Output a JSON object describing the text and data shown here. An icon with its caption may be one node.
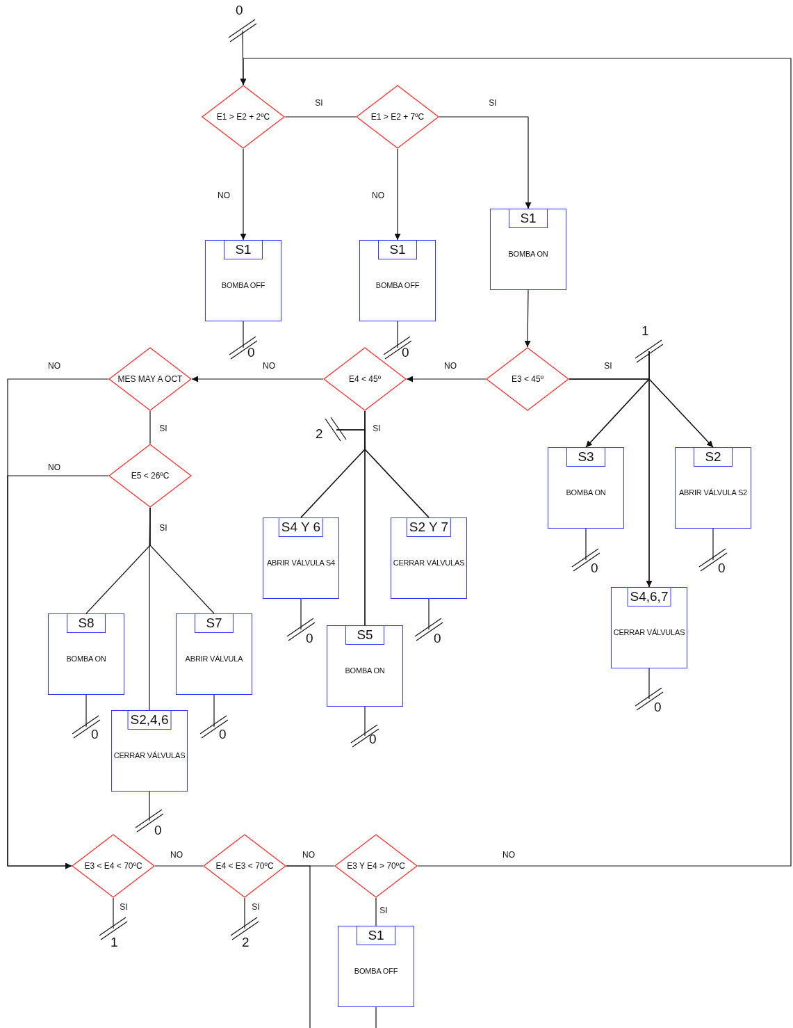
{
  "diagram": {
    "nodes": [
      {
        "text": [
          "0"
        ]
      },
      {
        "text": [
          "E1 > E2 + 2ºC"
        ]
      },
      {
        "text": [
          "E1 > E2 + 7ºC"
        ]
      },
      {
        "text": [
          "S1",
          "BOMBA ON"
        ]
      },
      {
        "text": [
          "S1",
          "BOMBA OFF"
        ]
      },
      {
        "text": [
          "S1",
          "BOMBA OFF"
        ]
      },
      {
        "text": [
          "0"
        ]
      },
      {
        "text": [
          "0"
        ]
      },
      {
        "text": [
          "1"
        ]
      },
      {
        "text": [
          "MES MAY A OCT"
        ]
      },
      {
        "text": [
          "E4 < 45º"
        ]
      },
      {
        "text": [
          "E3 < 45º"
        ]
      },
      {
        "text": [
          "2"
        ]
      },
      {
        "text": [
          "E5 < 26ºC"
        ]
      },
      {
        "text": [
          "S3",
          "BOMBA ON"
        ]
      },
      {
        "text": [
          "S2",
          "ABRIR VÁLVULA S2"
        ]
      },
      {
        "text": [
          "S4 Y 6",
          "ABRIR VÁLVULA S4"
        ]
      },
      {
        "text": [
          "S2 Y 7",
          "CERRAR VÁLVULAS"
        ]
      },
      {
        "text": [
          "0"
        ]
      },
      {
        "text": [
          "0"
        ]
      },
      {
        "text": [
          "S4,6,7",
          "CERRAR VÁLVULAS"
        ]
      },
      {
        "text": [
          "S8",
          "BOMBA ON"
        ]
      },
      {
        "text": [
          "S7",
          "ABRIR VÁLVULA"
        ]
      },
      {
        "text": [
          "S5",
          "BOMBA ON"
        ]
      },
      {
        "text": [
          "0"
        ]
      },
      {
        "text": [
          "0"
        ]
      },
      {
        "text": [
          "0"
        ]
      },
      {
        "text": [
          "S2,4,6",
          "CERRAR VÁLVULAS"
        ]
      },
      {
        "text": [
          "0"
        ]
      },
      {
        "text": [
          "0"
        ]
      },
      {
        "text": [
          "0"
        ]
      },
      {
        "text": [
          "0"
        ]
      },
      {
        "text": [
          "E3 < E4 < 70ºC"
        ]
      },
      {
        "text": [
          "E4 < E3 < 70ºC"
        ]
      },
      {
        "text": [
          "E3 Y E4 > 70ºC"
        ]
      },
      {
        "text": [
          "S1",
          "BOMBA OFF"
        ]
      },
      {
        "text": [
          "1"
        ]
      },
      {
        "text": [
          "2"
        ]
      }
    ],
    "edges": [
      {
        "from": 0,
        "to": 1,
        "arrow": "to"
      },
      {
        "from": 1,
        "to": 2,
        "arrow": "none",
        "label": "SI"
      },
      {
        "from": 2,
        "to": 3,
        "arrow": "to",
        "label": "SI"
      },
      {
        "from": 1,
        "to": 4,
        "arrow": "to",
        "label": "NO"
      },
      {
        "from": 2,
        "to": 5,
        "arrow": "to",
        "label": "NO"
      },
      {
        "from": 4,
        "to": 6,
        "arrow": "none"
      },
      {
        "from": 5,
        "to": 7,
        "arrow": "none"
      },
      {
        "from": 3,
        "to": 11,
        "arrow": "to"
      },
      {
        "from": 11,
        "to": 10,
        "arrow": "to",
        "label": "NO"
      },
      {
        "from": 10,
        "to": 9,
        "arrow": "to",
        "label": "NO"
      },
      {
        "from": 11,
        "to": 14,
        "arrow": "to",
        "label": "SI"
      },
      {
        "from": 11,
        "to": 15,
        "arrow": "to"
      },
      {
        "from": 11,
        "to": 20,
        "arrow": "to"
      },
      {
        "from": 8,
        "to": 14,
        "arrow": "none"
      },
      {
        "from": 8,
        "to": 15,
        "arrow": "none"
      },
      {
        "from": 8,
        "to": 20,
        "arrow": "none"
      },
      {
        "from": 10,
        "to": 16,
        "arrow": "none",
        "label": "SI"
      },
      {
        "from": 10,
        "to": 17,
        "arrow": "none"
      },
      {
        "from": 10,
        "to": 23,
        "arrow": "none"
      },
      {
        "from": 12,
        "to": 16,
        "arrow": "none"
      },
      {
        "from": 12,
        "to": 17,
        "arrow": "none"
      },
      {
        "from": 12,
        "to": 23,
        "arrow": "none"
      },
      {
        "from": 9,
        "to": 13,
        "arrow": "none",
        "label": "SI"
      },
      {
        "from": 13,
        "to": 21,
        "arrow": "none",
        "label": "SI"
      },
      {
        "from": 13,
        "to": 22,
        "arrow": "none"
      },
      {
        "from": 13,
        "to": 27,
        "arrow": "none"
      },
      {
        "from": 9,
        "to": 32,
        "arrow": "to",
        "label": "NO"
      },
      {
        "from": 13,
        "to": 32,
        "arrow": "to",
        "label": "NO"
      },
      {
        "from": 32,
        "to": 33,
        "arrow": "none",
        "label": "NO"
      },
      {
        "from": 33,
        "to": 34,
        "arrow": "none",
        "label": "NO"
      },
      {
        "from": 33,
        "to": null,
        "arrow": "none"
      },
      {
        "from": 34,
        "to": 1,
        "arrow": "to",
        "label": "NO"
      },
      {
        "from": 34,
        "to": 35,
        "arrow": "none",
        "label": "SI"
      },
      {
        "from": 35,
        "to": null,
        "arrow": "none"
      },
      {
        "from": 32,
        "to": 36,
        "arrow": "none",
        "label": "SI"
      },
      {
        "from": 33,
        "to": 37,
        "arrow": "none",
        "label": "SI"
      },
      {
        "from": 14,
        "to": 18,
        "arrow": "none"
      },
      {
        "from": 15,
        "to": 19,
        "arrow": "none"
      },
      {
        "from": 16,
        "to": 24,
        "arrow": "none"
      },
      {
        "from": 17,
        "to": 25,
        "arrow": "none"
      },
      {
        "from": 20,
        "to": 26,
        "arrow": "none"
      },
      {
        "from": 21,
        "to": 28,
        "arrow": "none"
      },
      {
        "from": 22,
        "to": 29,
        "arrow": "none"
      },
      {
        "from": 23,
        "to": 30,
        "arrow": "none"
      },
      {
        "from": 27,
        "to": 31,
        "arrow": "none"
      }
    ]
  }
}
